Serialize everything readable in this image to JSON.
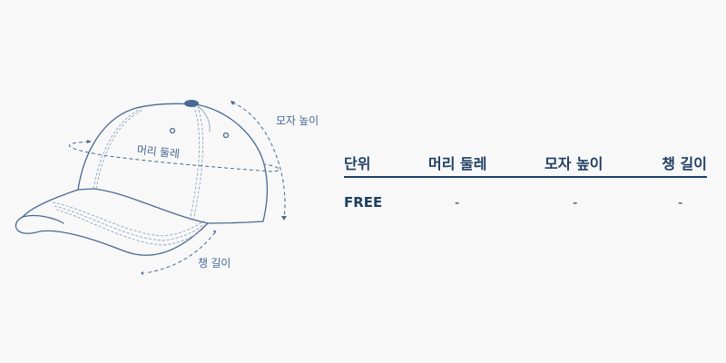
{
  "diagram": {
    "subject": "baseball cap",
    "line_color": "#4a6a93",
    "labels": {
      "head_circumference": "머리 둘레",
      "cap_height": "모자 높이",
      "brim_length": "챙 길이"
    }
  },
  "size_table": {
    "text_color": "#1f3f63",
    "headers": [
      "단위",
      "머리 둘레",
      "모자 높이",
      "챙 길이"
    ],
    "rows": [
      [
        "FREE",
        "-",
        "-",
        "-"
      ]
    ]
  }
}
